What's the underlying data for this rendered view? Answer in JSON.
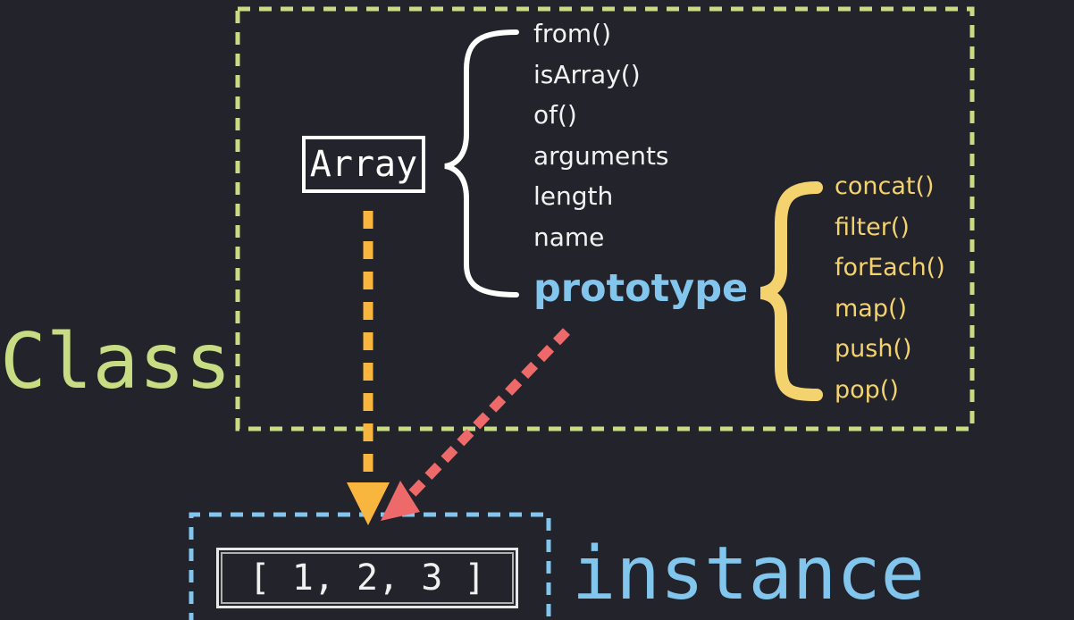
{
  "class_label": "Class",
  "instance_label": "instance",
  "array_label": "Array",
  "instance_value": "[ 1, 2, 3 ]",
  "static_members": [
    "from()",
    "isArray()",
    "of()",
    "arguments",
    "length",
    "name"
  ],
  "prototype_label": "prototype",
  "prototype_methods": [
    "concat()",
    "filter()",
    "forEach()",
    "map()",
    "push()",
    "pop()"
  ],
  "colors": {
    "background": "#23232b",
    "class_box": "#c8dc84",
    "instance_box": "#82c6ee",
    "prototype": "#82c6ee",
    "methods": "#f4d36e",
    "instantiation_arrow": "#f9b63f",
    "prototype_arrow": "#ee6a6a",
    "text": "#f2f2f2"
  }
}
